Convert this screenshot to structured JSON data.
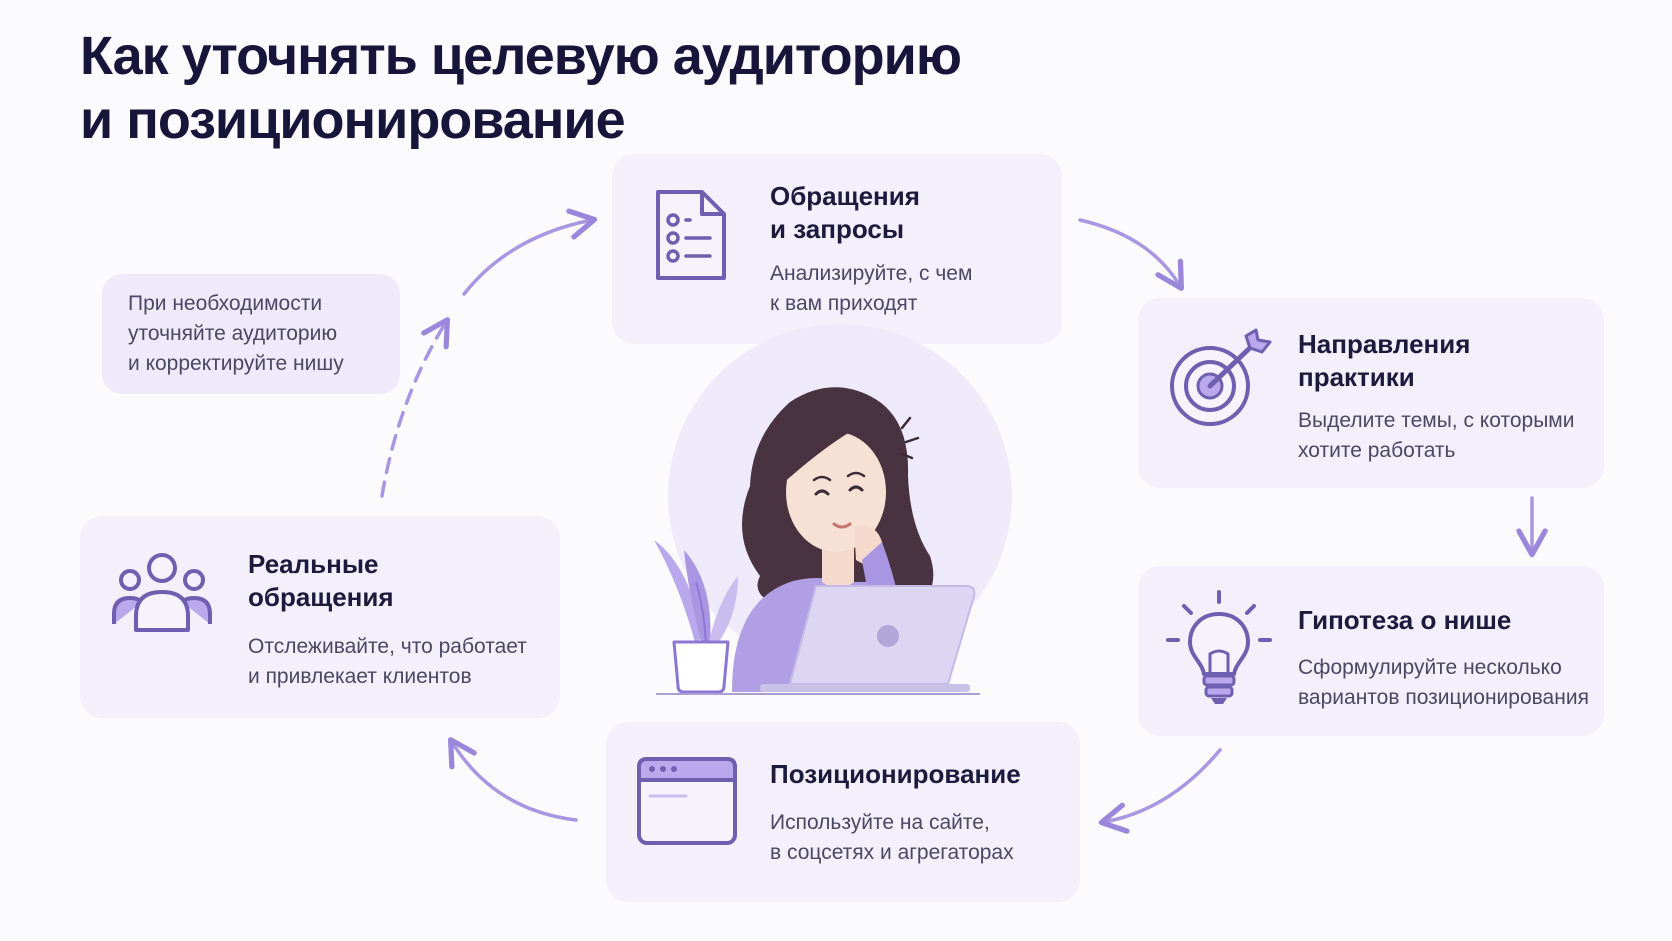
{
  "title": {
    "line1": "Как уточнять целевую аудиторию",
    "line2": "и позиционирование"
  },
  "accent_color": "#8b77d3",
  "steps": [
    {
      "icon": "checklist-document-icon",
      "title_line1": "Обращения",
      "title_line2": "и запросы",
      "text_line1": "Анализируйте, с чем",
      "text_line2": "к вам приходят"
    },
    {
      "icon": "target-arrow-icon",
      "title_line1": "Направления",
      "title_line2": "практики",
      "text_line1": "Выделите темы, с которыми",
      "text_line2": "хотите работать"
    },
    {
      "icon": "lightbulb-icon",
      "title_line1": "Гипотеза о нише",
      "title_line2": "",
      "text_line1": "Сформулируйте несколько",
      "text_line2": "вариантов позиционирования"
    },
    {
      "icon": "browser-window-icon",
      "title_line1": "Позиционирование",
      "title_line2": "",
      "text_line1": "Используйте на сайте,",
      "text_line2": "в соцсетях и агрегаторах"
    },
    {
      "icon": "group-people-icon",
      "title_line1": "Реальные",
      "title_line2": "обращения",
      "text_line1": "Отслеживайте, что работает",
      "text_line2": "и привлекает клиентов"
    }
  ],
  "note": {
    "line1": "При необходимости",
    "line2": "уточняйте аудиторию",
    "line3": "и корректируйте нишу"
  },
  "center_illustration": "woman-with-laptop-illustration"
}
